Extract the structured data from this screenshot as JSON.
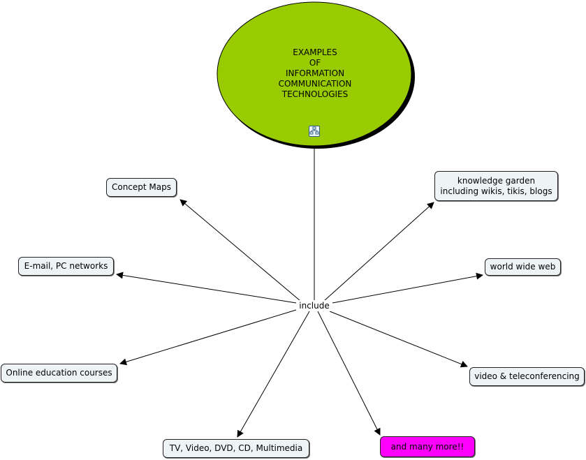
{
  "central": {
    "label": "EXAMPLES\n OF\nINFORMATION\nCOMMUNICATION\nTECHNOLOGIES",
    "fill": "#99cc00",
    "icon": "concept-map-icon"
  },
  "linking_phrase": "include",
  "nodes": [
    {
      "id": "concept-maps",
      "label": "Concept Maps",
      "fill": "#eef3f6"
    },
    {
      "id": "knowledge-garden",
      "label": "knowledge garden\nincluding wikis, tikis, blogs",
      "fill": "#eef3f6"
    },
    {
      "id": "email-pc-networks",
      "label": "E-mail, PC networks",
      "fill": "#eef3f6"
    },
    {
      "id": "world-wide-web",
      "label": "world wide web",
      "fill": "#eef3f6"
    },
    {
      "id": "online-education-courses",
      "label": "Online education courses",
      "fill": "#eef3f6"
    },
    {
      "id": "video-teleconferencing",
      "label": "video & teleconferencing",
      "fill": "#eef3f6"
    },
    {
      "id": "tv-video-dvd-cd-multimedia",
      "label": "TV, Video, DVD, CD, Multimedia",
      "fill": "#eef3f6"
    },
    {
      "id": "and-many-more",
      "label": "and many more!!",
      "fill": "#ff00ff"
    }
  ]
}
